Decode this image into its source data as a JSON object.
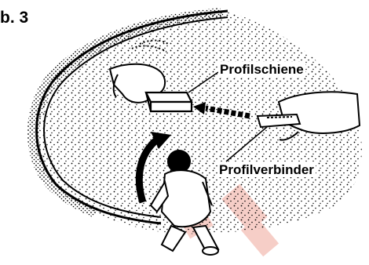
{
  "figure": {
    "number": "b. 3",
    "labels": {
      "profilschiene": "Profilschiene",
      "profilverbinder": "Profilverbinder"
    }
  },
  "colors": {
    "ink": "#000000",
    "paper": "#ffffff",
    "watermark": "#f6c9c2"
  },
  "icons": {
    "curved_arrow": "curved-arrow-icon",
    "push_arrow": "dashed-arrow-icon"
  }
}
